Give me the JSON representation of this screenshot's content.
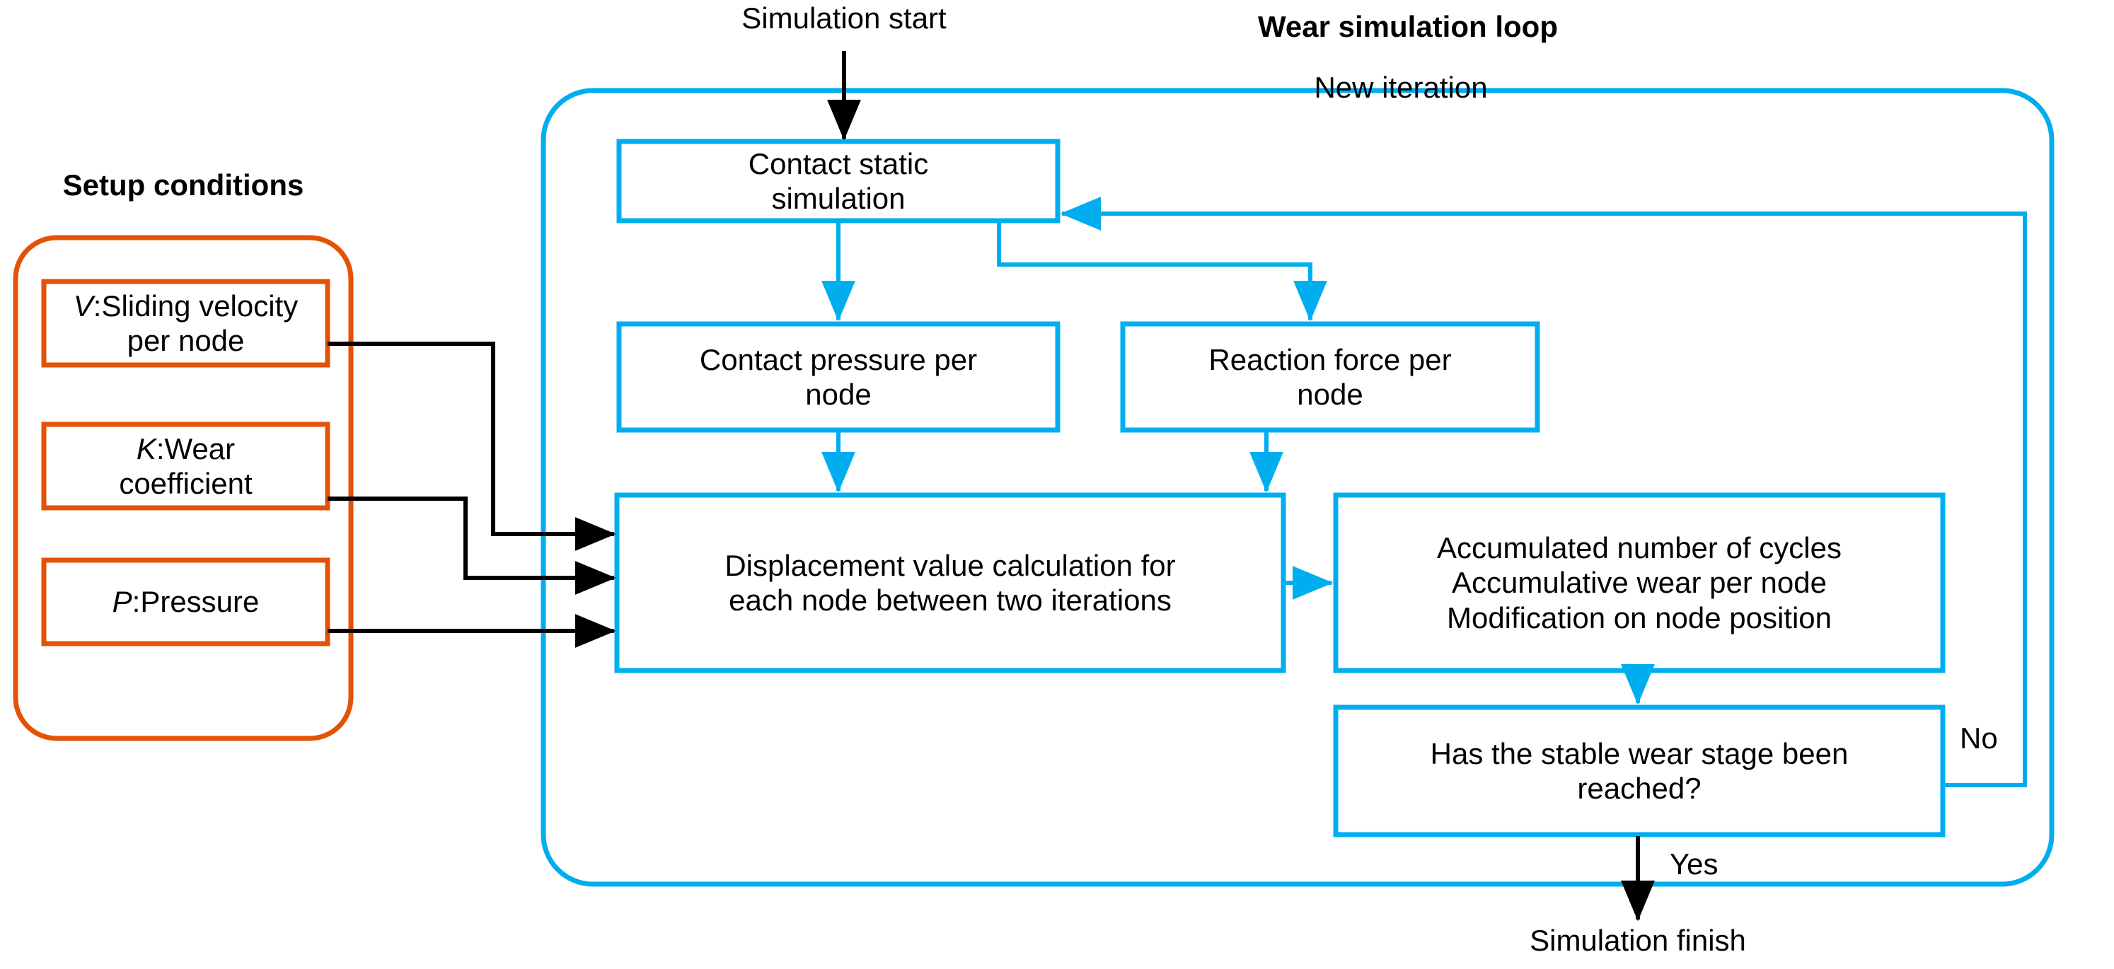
{
  "colors": {
    "loop_blue": "#00AEEF",
    "setup_orange": "#E35205",
    "connector_black": "#000000",
    "text": "#000000",
    "background": "#FFFFFF"
  },
  "headings": {
    "setup_conditions": "Setup conditions",
    "wear_simulation_loop": "Wear simulation loop"
  },
  "free_labels": {
    "simulation_start": "Simulation start",
    "simulation_finish": "Simulation finish",
    "new_iteration": "New iteration",
    "no": "No",
    "yes": "Yes"
  },
  "setup_boxes": [
    {
      "symbol": "V",
      "sep": ":",
      "text": "Sliding velocity\nper node"
    },
    {
      "symbol": "K",
      "sep": ":",
      "text": "Wear\ncoefficient"
    },
    {
      "symbol": "P",
      "sep": ":",
      "text": "Pressure"
    }
  ],
  "process_boxes": [
    {
      "id": "contact-static-simulation",
      "text": "Contact static\nsimulation"
    },
    {
      "id": "contact-pressure-per-node",
      "text": "Contact pressure per\nnode"
    },
    {
      "id": "reaction-force-per-node",
      "text": "Reaction force per\nnode"
    },
    {
      "id": "displacement-value-calculation",
      "text": "Displacement value calculation for\neach node between two iterations"
    },
    {
      "id": "accumulated-results",
      "text": "Accumulated number of cycles\nAccumulative wear per node\nModification on node position"
    },
    {
      "id": "stable-wear-decision",
      "text": "Has the stable wear stage been\nreached?"
    }
  ],
  "flow": {
    "start_to_contact": "Simulation start → Contact static simulation",
    "contact_to_pressure": "Contact static simulation → Contact pressure per node",
    "contact_to_reaction": "Contact static simulation → Reaction force per node",
    "pressure_to_displacement": "Contact pressure per node → Displacement value calculation",
    "reaction_to_displacement": "Reaction force per node → Displacement value calculation",
    "displacement_to_accumulated": "Displacement value calculation → Accumulated results",
    "accumulated_to_decision": "Accumulated results → Has the stable wear stage been reached?",
    "decision_no": "No → New iteration → Contact static simulation",
    "decision_yes": "Yes → Simulation finish",
    "setup_to_displacement": "V, K, P → Displacement value calculation"
  }
}
